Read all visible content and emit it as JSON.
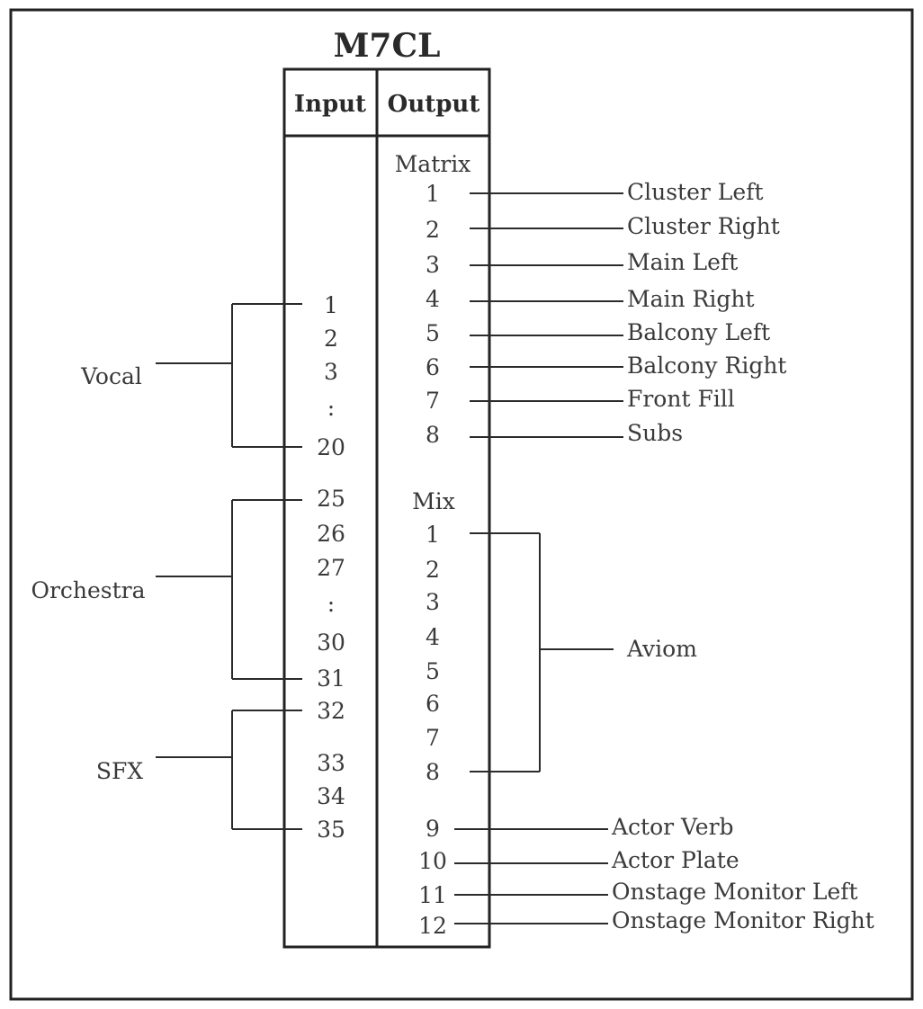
{
  "title": "M7CL",
  "headers": {
    "input": "Input",
    "output": "Output"
  },
  "groups": {
    "vocal": "Vocal",
    "orchestra": "Orchestra",
    "sfx": "SFX"
  },
  "inputs": [
    "1",
    "2",
    "3",
    ":",
    "20",
    "25",
    "26",
    "27",
    ":",
    "30",
    "31",
    "32",
    "33",
    "34",
    "35"
  ],
  "sections": {
    "matrix": "Matrix",
    "mix": "Mix"
  },
  "matrix_nums": [
    "1",
    "2",
    "3",
    "4",
    "5",
    "6",
    "7",
    "8"
  ],
  "matrix_labels": [
    "Cluster Left",
    "Cluster Right",
    "Main Left",
    "Main Right",
    "Balcony Left",
    "Balcony Right",
    "Front Fill",
    "Subs"
  ],
  "mix_nums": [
    "1",
    "2",
    "3",
    "4",
    "5",
    "6",
    "7",
    "8",
    "9",
    "10",
    "11",
    "12"
  ],
  "mix_labels": {
    "aviom": "Aviom"
  },
  "mix_outputs": [
    "Actor Verb",
    "Actor Plate",
    "Onstage Monitor Left",
    "Onstage Monitor Right"
  ]
}
